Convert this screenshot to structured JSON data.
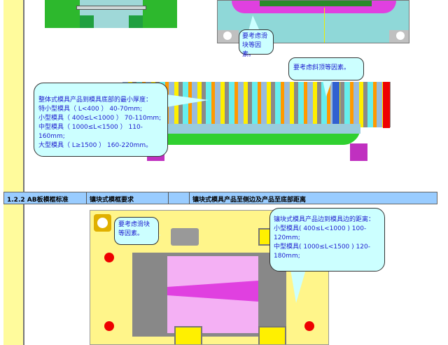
{
  "header": {
    "section": "1.2.2  AB板模框标准",
    "col2": "镶块式模框要求",
    "col3": "",
    "col4": "镶块式模具产品至侧边及产品至底部距离"
  },
  "callouts": {
    "slider_top": "要考虑滑块等因素。",
    "lifter": "要考虑斜顶等因素。",
    "integral": {
      "title": "整体式模具产品到模具底部的最小厚度：",
      "lines": [
        "特小型模具（ L<400 ） 40-70mm;",
        "小型模具（ 400≤L<1000 ） 70-110mm;",
        "中型模具（ 1000≤L<1500 ） 110-160mm;",
        "大型模具（ L≥1500 ） 160-220mm。"
      ]
    },
    "slider_bottom": "要考虑滑块等因素。",
    "insert": {
      "title": "镶块式模具产品边到模具边的距离：",
      "lines": [
        "小型模具( 400≤L<1000 ) 100-120mm;",
        "中型模具( 1000≤L<1500 ) 120-180mm;"
      ]
    }
  }
}
